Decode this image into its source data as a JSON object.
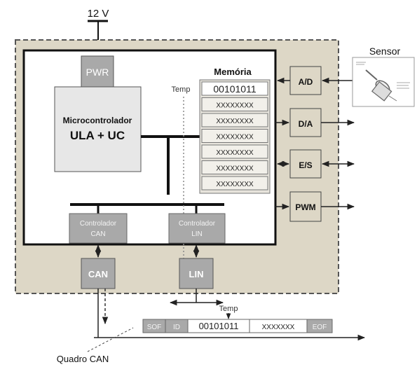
{
  "power": {
    "label": "12 V"
  },
  "pwr": {
    "label": "PWR"
  },
  "mcu": {
    "line1": "Microcontrolador",
    "line2": "ULA + UC"
  },
  "memory": {
    "title": "Memória",
    "temp_label": "Temp",
    "rows": [
      "00101011",
      "XXXXXXXX",
      "XXXXXXXX",
      "XXXXXXXX",
      "XXXXXXXX",
      "XXXXXXXX",
      "XXXXXXXX"
    ]
  },
  "peripherals": {
    "ad": "A/D",
    "da": "D/A",
    "es": "E/S",
    "pwm": "PWM"
  },
  "sensor": {
    "label": "Sensor"
  },
  "controllers": {
    "can": {
      "line1": "Controlador",
      "line2": "CAN"
    },
    "lin": {
      "line1": "Controlador",
      "line2": "LIN"
    }
  },
  "transceivers": {
    "can": "CAN",
    "lin": "LIN"
  },
  "frame": {
    "temp_label": "Temp",
    "fields": [
      "SOF",
      "ID",
      "00101011",
      "XXXXXXX",
      "EOF"
    ],
    "caption": "Quadro CAN"
  },
  "colors": {
    "enclosure_bg": "#ddd7c6",
    "block_gray": "#a9a9a9",
    "mcu_fill": "#e7e7e7",
    "peripheral_fill": "#ddd7c6",
    "memory_cell": "#f2f0ea"
  }
}
